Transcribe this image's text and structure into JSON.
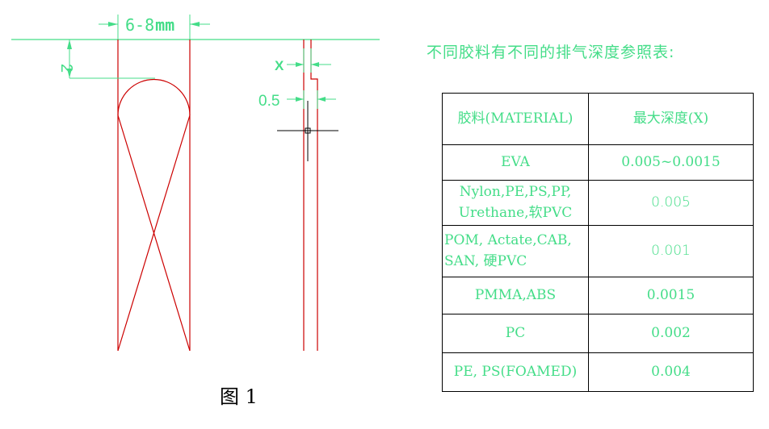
{
  "figure": {
    "caption": "图 1",
    "dim_width_label": "6-8",
    "dim_width_unit": "mm",
    "dim_depth_label": "2",
    "dim_x_label": "X",
    "dim_offset_label": "0.5"
  },
  "table": {
    "title": "不同胶料有不同的排气深度参照表:",
    "header": {
      "material": "胶料(MATERIAL)",
      "depth": "最大深度(X)"
    },
    "rows": [
      {
        "material_lines": [
          "EVA"
        ],
        "depth": "0.005~0.0015"
      },
      {
        "material_lines": [
          "Nylon,PE,PS,PP,",
          "Urethane,软PVC"
        ],
        "depth": "0.005"
      },
      {
        "material_lines": [
          "POM, Actate,CAB,",
          "SAN, 硬PVC"
        ],
        "depth": "0.001"
      },
      {
        "material_lines": [
          "PMMA,ABS"
        ],
        "depth": "0.0015"
      },
      {
        "material_lines": [
          "PC"
        ],
        "depth": "0.002"
      },
      {
        "material_lines": [
          "PE, PS(FOAMED)"
        ],
        "depth": "0.004"
      }
    ]
  },
  "colors": {
    "dimension": "#44dd88",
    "outline": "#cc0000",
    "crosshair": "#000000",
    "table_border": "#000000"
  }
}
